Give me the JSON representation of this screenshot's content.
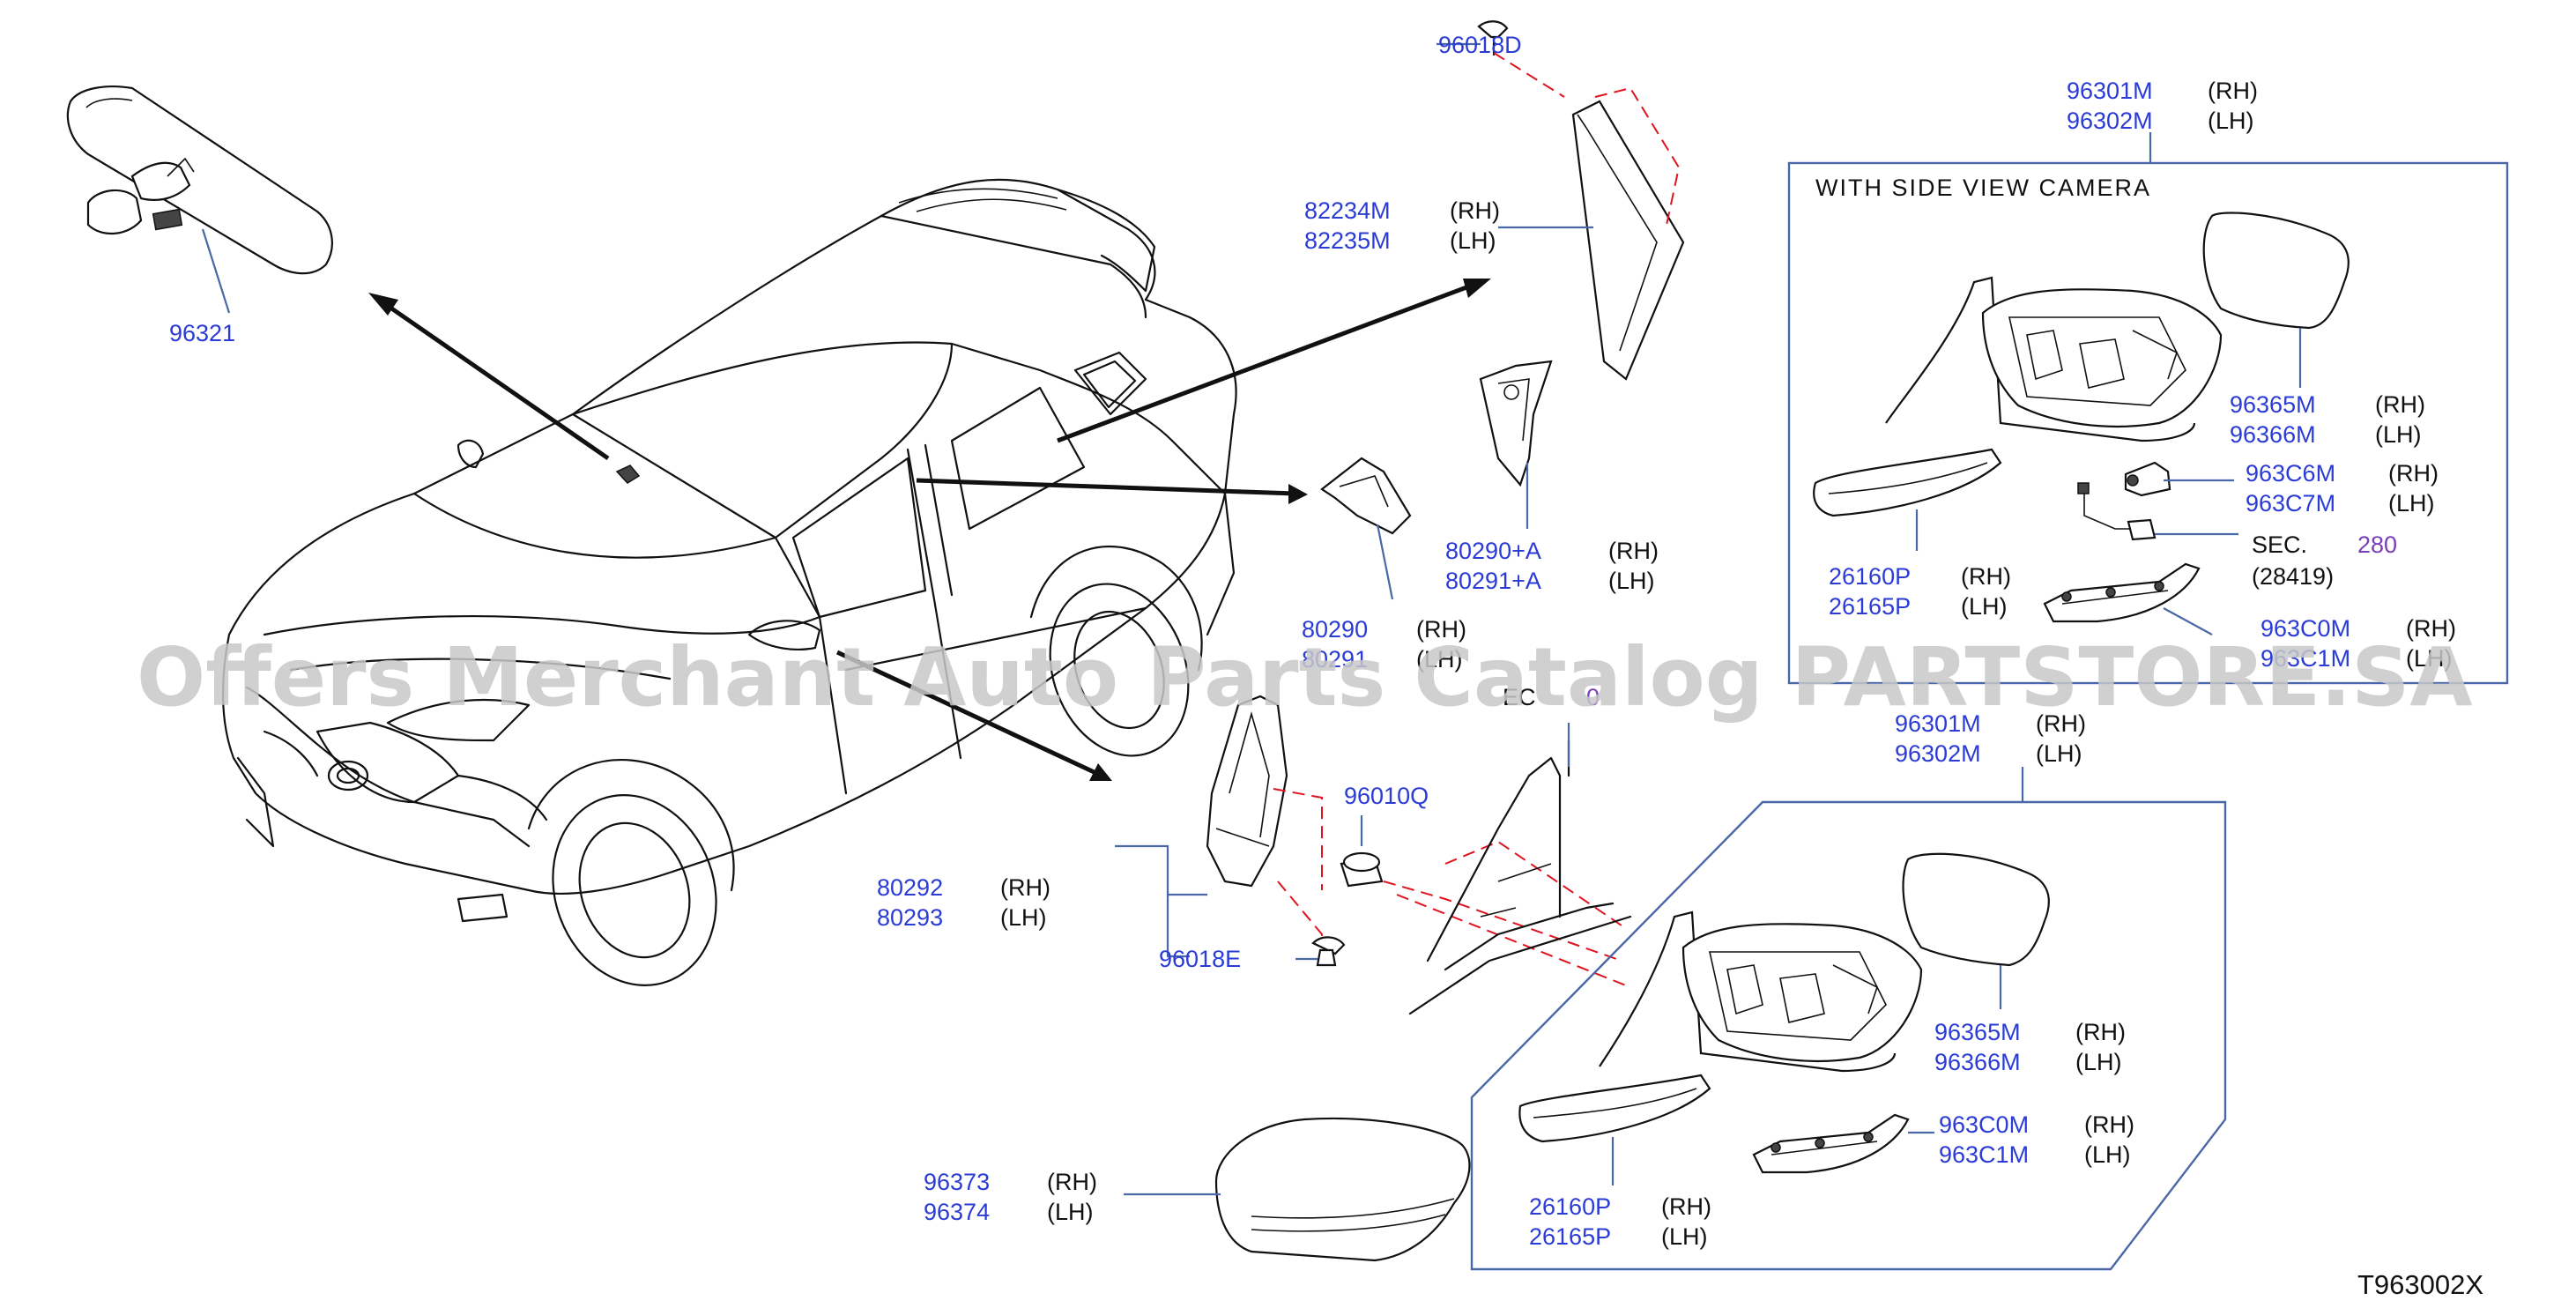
{
  "diagram_code": "T963002X",
  "watermark": "Offers Merchant Auto Parts Catalog PARTSTORE.SA",
  "camera_box_title": "WITH  SIDE  VIEW  CAMERA",
  "sec_prefix": "SEC.",
  "sec_280": "280",
  "sec_28419": "(28419)",
  "ec_partial": "EC",
  "ec_partial_num": "0",
  "labels": {
    "p96018D": "96018D",
    "p96321": "96321",
    "p82234M": "82234M",
    "p82235M": "82235M",
    "p80290A": "80290+A",
    "p80291A": "80291+A",
    "p80290": "80290",
    "p80291": "80291",
    "p96301M_a": "96301M",
    "p96302M_a": "96302M",
    "p96365M_a": "96365M",
    "p96366M_a": "96366M",
    "p963C6M": "963C6M",
    "p963C7M": "963C7M",
    "p26160P_a": "26160P",
    "p26165P_a": "26165P",
    "p963C0M_a": "963C0M",
    "p963C1M_a": "963C1M",
    "p96301M_b": "96301M",
    "p96302M_b": "96302M",
    "p96010Q": "96010Q",
    "p80292": "80292",
    "p80293": "80293",
    "p96018E": "96018E",
    "p96365M_b": "96365M",
    "p96366M_b": "96366M",
    "p963C0M_b": "963C0M",
    "p963C1M_b": "963C1M",
    "p26160P_b": "26160P",
    "p26165P_b": "26165P",
    "p96373": "96373",
    "p96374": "96374"
  },
  "sides": {
    "rh": "(RH)",
    "lh": "(LH)"
  }
}
